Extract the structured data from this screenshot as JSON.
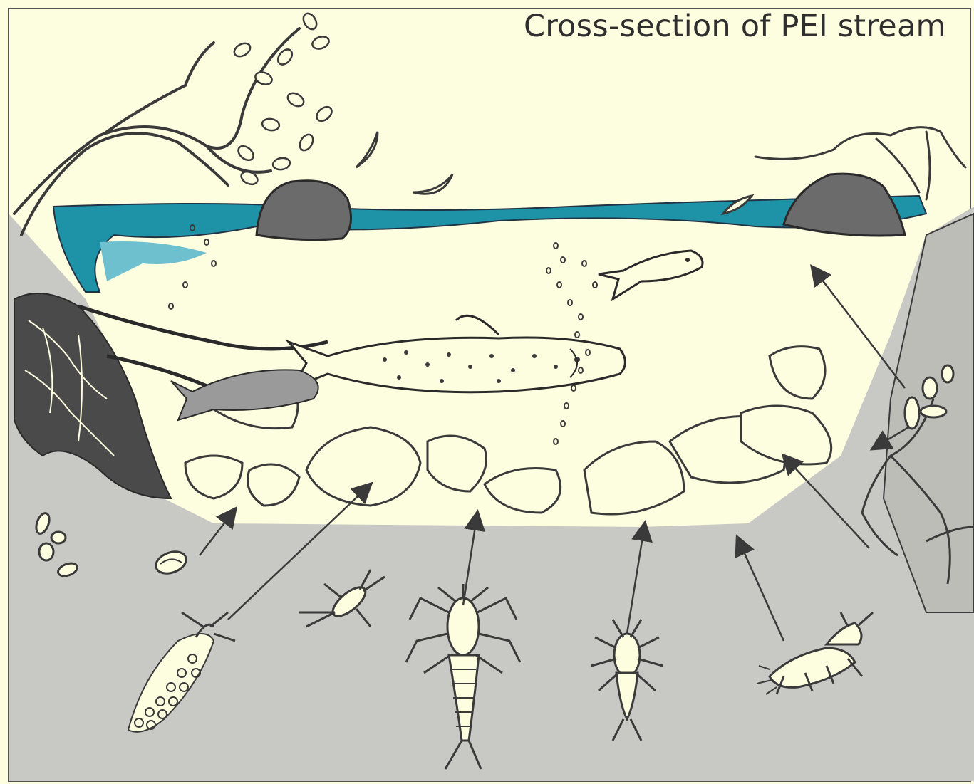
{
  "figure": {
    "title": "Cross-section of PEI stream"
  },
  "colors": {
    "paper": "#fdfde0",
    "water": "#1e93a8",
    "water_light": "#6fc0cf",
    "ground": "#c8c8c4",
    "ink": "#3a3a3a",
    "rock": "#6b6b6b"
  },
  "elements": [
    "tree-with-leaves",
    "stream-water-surface",
    "surface-rock-left",
    "surface-rock-right",
    "falling-leaves",
    "brook-trout-large",
    "brook-trout-small",
    "air-bubbles",
    "tree-roots",
    "streambed-stones",
    "right-bank-plant-roots",
    "snail",
    "egg-clusters",
    "caddisfly-larva-case",
    "mayfly-nymph",
    "stonefly-nymph",
    "small-stonefly-nymph",
    "hellgrammite-larva",
    "pointer-arrows"
  ]
}
